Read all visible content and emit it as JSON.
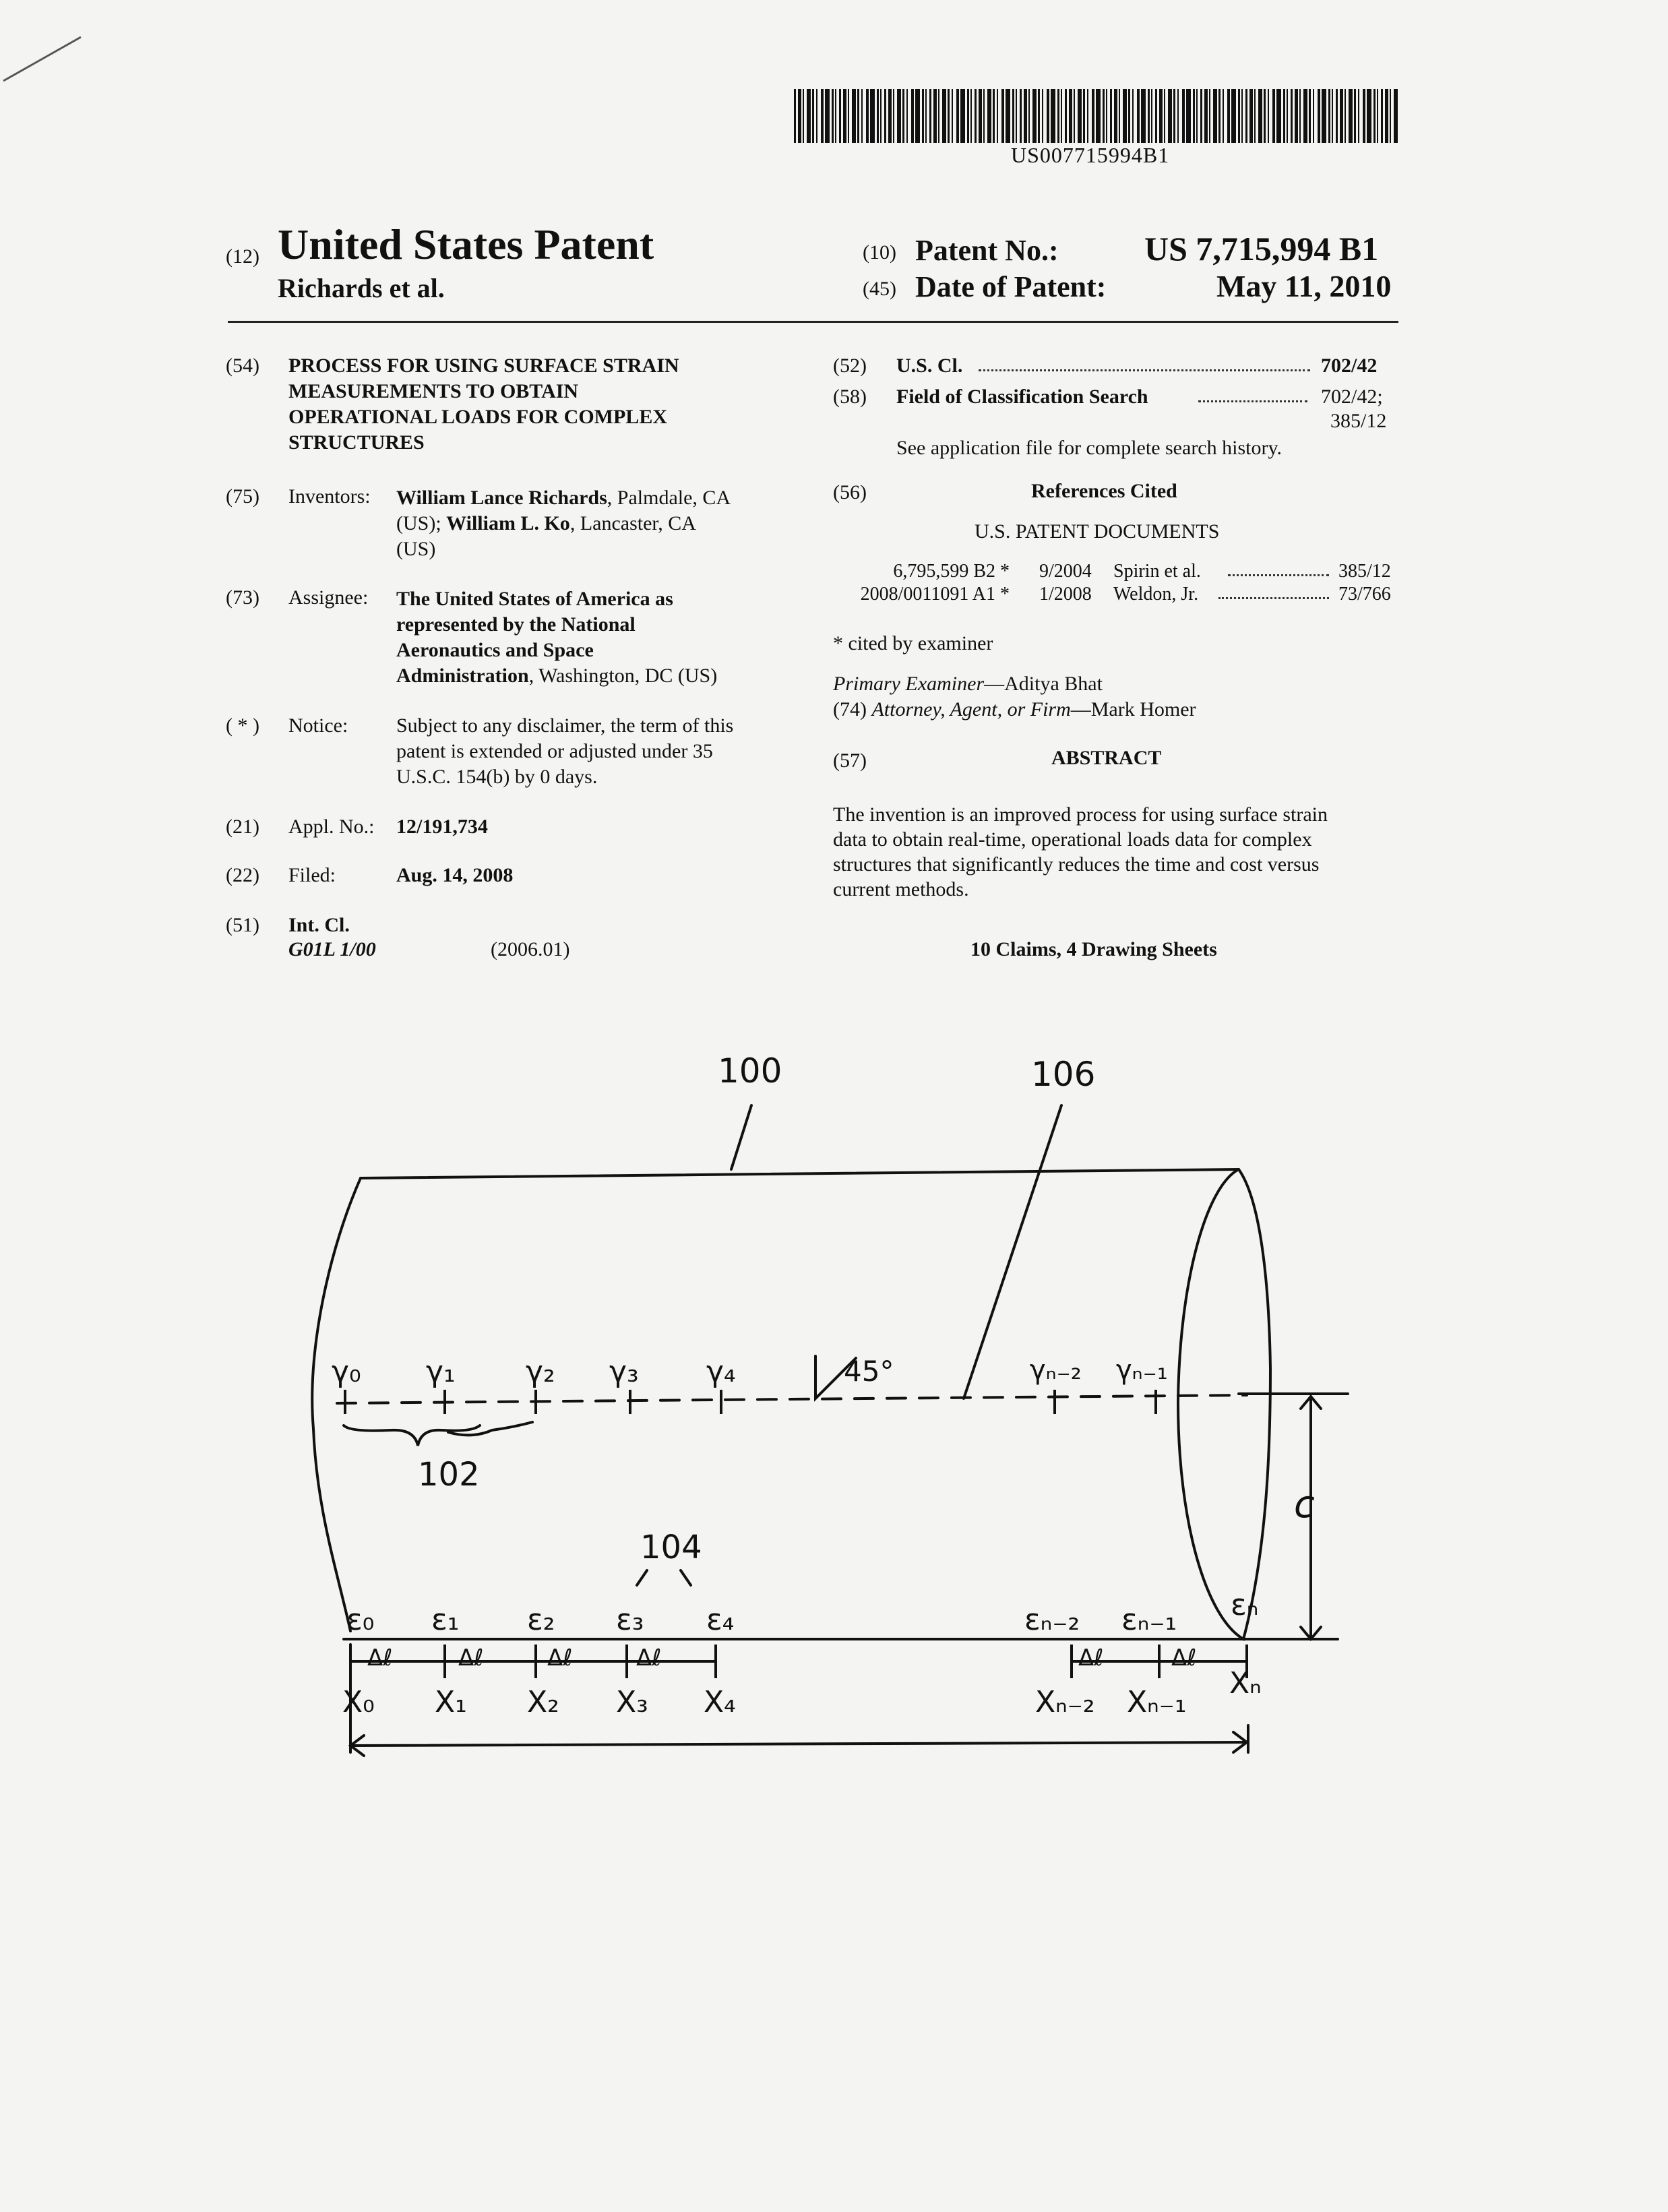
{
  "barcode": {
    "number": "US007715994B1"
  },
  "header": {
    "code12": "(12)",
    "title": "United States Patent",
    "authors": "Richards et al.",
    "code10": "(10)",
    "patent_no_label": "Patent No.:",
    "patent_no": "US 7,715,994 B1",
    "code45": "(45)",
    "date_label": "Date of Patent:",
    "date": "May 11, 2010"
  },
  "left": {
    "title_code": "(54)",
    "title_lines": [
      "PROCESS FOR USING SURFACE STRAIN",
      "MEASUREMENTS TO OBTAIN",
      "OPERATIONAL LOADS FOR COMPLEX",
      "STRUCTURES"
    ],
    "inventors_code": "(75)",
    "inventors_label": "Inventors:",
    "inventor1_name": "William Lance Richards",
    "inventor1_loc": ", Palmdale, CA",
    "inventor2_pre": "(US); ",
    "inventor2_name": "William L. Ko",
    "inventor2_loc": ", Lancaster, CA",
    "inventor_country": "(US)",
    "assignee_code": "(73)",
    "assignee_label": "Assignee:",
    "assignee_lines": [
      "The United States of America as",
      "represented by the National",
      "Aeronautics and Space"
    ],
    "assignee_last_bold": "Administration",
    "assignee_last_rest": ", Washington, DC (US)",
    "notice_code": "( * )",
    "notice_label": "Notice:",
    "notice_lines": [
      "Subject to any disclaimer, the term of this",
      "patent is extended or adjusted under 35",
      "U.S.C. 154(b) by 0 days."
    ],
    "appl_code": "(21)",
    "appl_label": "Appl. No.:",
    "appl_no": "12/191,734",
    "filed_code": "(22)",
    "filed_label": "Filed:",
    "filed_date": "Aug. 14, 2008",
    "intcl_code": "(51)",
    "intcl_label": "Int. Cl.",
    "intcl_class": "G01L 1/00",
    "intcl_year": "(2006.01)"
  },
  "right": {
    "uscl_code": "(52)",
    "uscl_label": "U.S. Cl.",
    "uscl_value": "702/42",
    "field_code": "(58)",
    "field_label": "Field of Classification Search",
    "field_value1": "702/42;",
    "field_value2": "385/12",
    "field_note": "See application file for complete search history.",
    "refs_code": "(56)",
    "refs_title": "References Cited",
    "refs_sub": "U.S. PATENT DOCUMENTS",
    "references": [
      {
        "number": "6,795,599 B2 *",
        "date": "9/2004",
        "name": "Spirin et al.",
        "cls": "385/12"
      },
      {
        "number": "2008/0011091 A1 *",
        "date": "1/2008",
        "name": "Weldon, Jr.",
        "cls": "73/766"
      }
    ],
    "cited_note": "* cited by examiner",
    "examiner_label": "Primary Examiner",
    "examiner_name": "—Aditya Bhat",
    "attorney_code": "(74)",
    "attorney_label": "Attorney, Agent, or Firm",
    "attorney_name": "—Mark Homer",
    "abstract_code": "(57)",
    "abstract_title": "ABSTRACT",
    "abstract_lines": [
      "The invention is an improved process for using surface strain",
      "data to obtain real-time, operational loads data for complex",
      "structures that significantly reduces the time and cost versus",
      "current methods."
    ],
    "claims": "10 Claims, 4 Drawing Sheets"
  },
  "figure": {
    "ref_100": "100",
    "ref_106": "106",
    "ref_102": "102",
    "ref_104": "104",
    "angle": "45°",
    "radius": "c",
    "gamma_labels": [
      "γ₀",
      "γ₁",
      "γ₂",
      "γ₃",
      "γ₄",
      "γₙ₋₂",
      "γₙ₋₁"
    ],
    "epsilon_labels": [
      "ε₀",
      "ε₁",
      "ε₂",
      "ε₃",
      "ε₄",
      "εₙ₋₂",
      "εₙ₋₁",
      "εₙ"
    ],
    "x_labels": [
      "X₀",
      "X₁",
      "X₂",
      "X₃",
      "X₄",
      "Xₙ₋₂",
      "Xₙ₋₁",
      "Xₙ"
    ],
    "delta_label": "Δℓ"
  }
}
